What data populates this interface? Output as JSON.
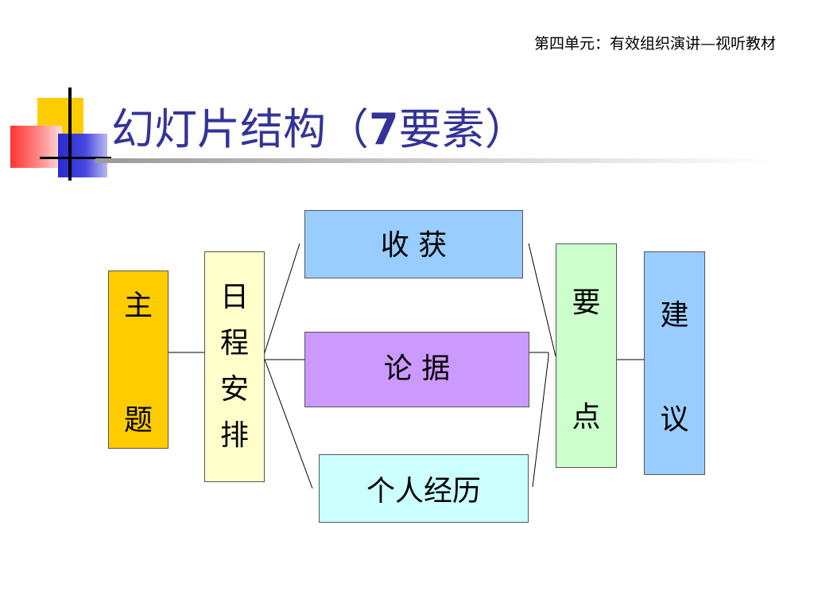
{
  "header": {
    "note": "第四单元：有效组织演讲—视听教材"
  },
  "title": {
    "main": "幻灯片结构（",
    "number": "7",
    "tail": "要素）"
  },
  "diagram": {
    "topic": [
      "主",
      "题"
    ],
    "schedule": [
      "日",
      "程",
      "安",
      "排"
    ],
    "harvest": "收 获",
    "argument": "论 据",
    "experience": "个人经历",
    "keypoints": [
      "要",
      "点"
    ],
    "suggestion": [
      "建",
      "议"
    ]
  },
  "colors": {
    "title": "#333399",
    "topic": "#ffcc00",
    "schedule": "#ffffcc",
    "harvest": "#99ccff",
    "argument": "#cc99ff",
    "experience": "#ccffff",
    "keypoints": "#ccffcc",
    "suggestion": "#99ccff"
  }
}
